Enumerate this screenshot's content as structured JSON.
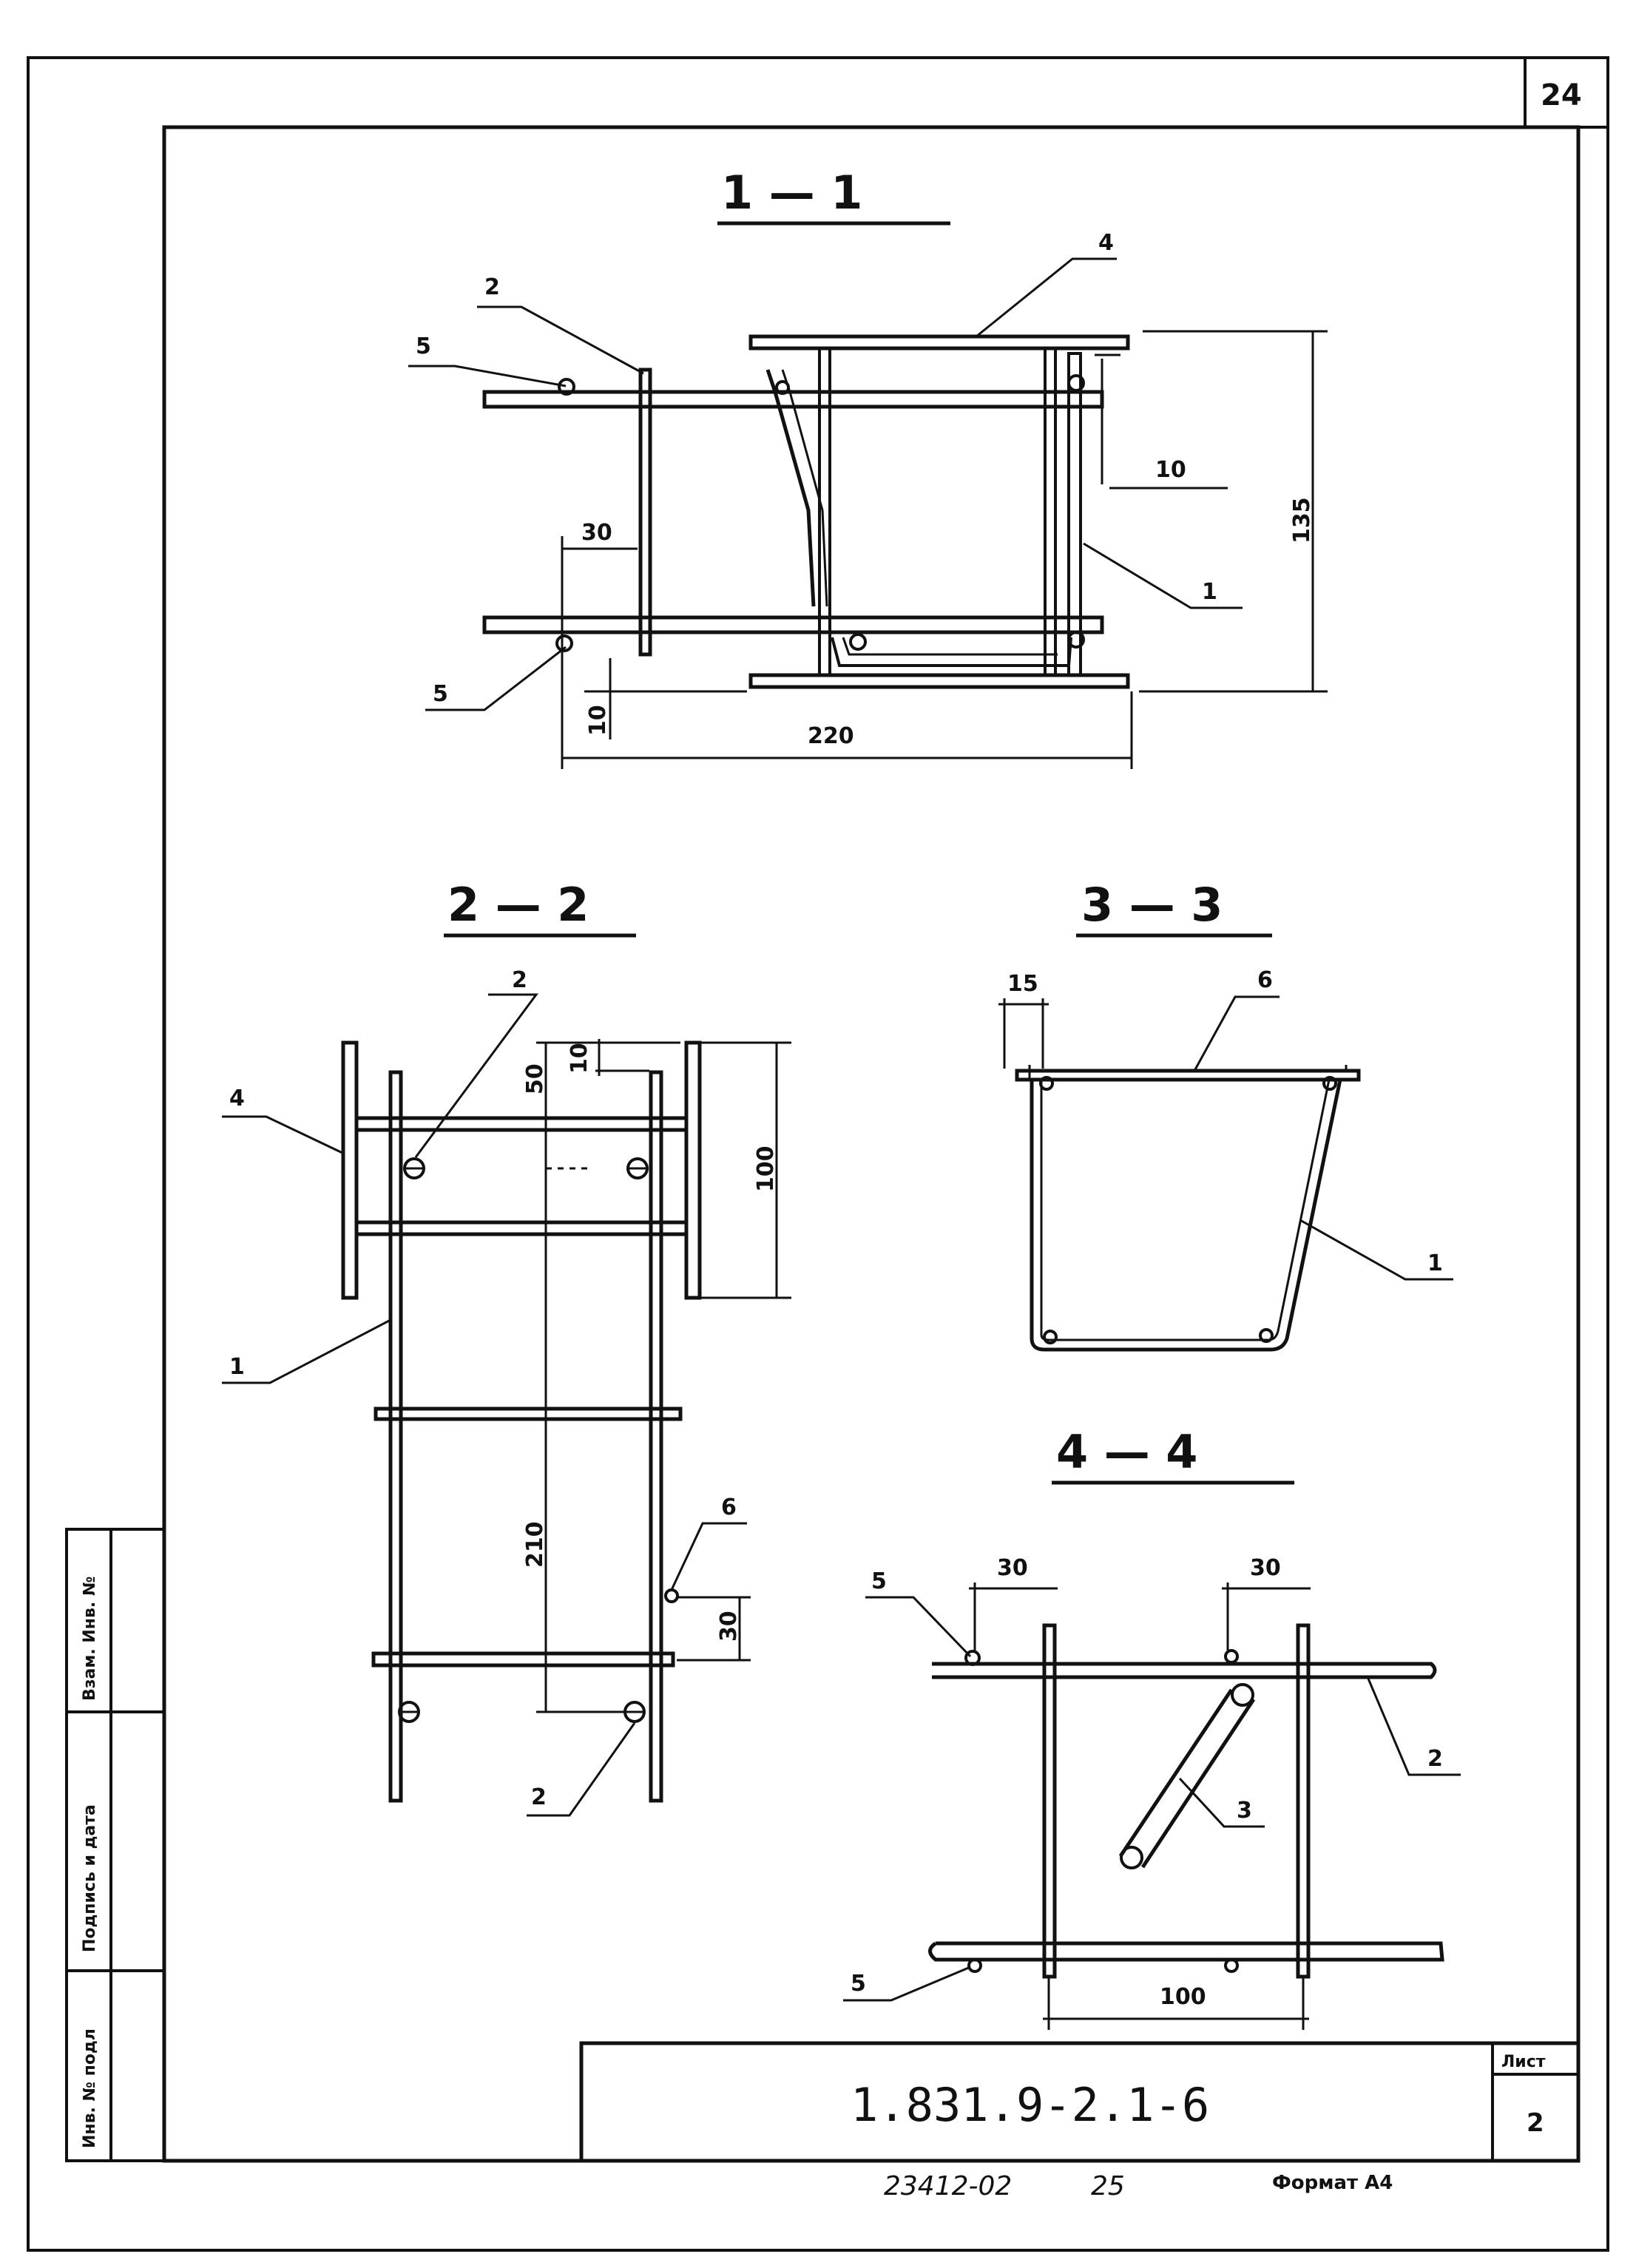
{
  "sheet_number": "24",
  "stamp": {
    "designation": "1.831.9-2.1-6",
    "list_label": "Лист",
    "list_number": "2",
    "format": "Формат А4",
    "archive_number": "23412-02",
    "archive_page": "25"
  },
  "side_table": {
    "inv_podl": "Инв. № подл",
    "signature_date": "Подпись и дата",
    "replace_inv": "Взам. Инв. №"
  },
  "sections": {
    "s1": {
      "title": "1 — 1",
      "dims": {
        "d135": "135",
        "d10a": "10",
        "d30": "30",
        "d10b": "10",
        "d220": "220"
      },
      "leaders": {
        "p2": "2",
        "p4": "4",
        "p5a": "5",
        "p5b": "5",
        "p1": "1"
      }
    },
    "s2": {
      "title": "2 — 2",
      "dims": {
        "d50": "50",
        "d10": "10",
        "d100": "100",
        "d210": "210",
        "d30": "30"
      },
      "leaders": {
        "p2a": "2",
        "p4": "4",
        "p1": "1",
        "p6": "6",
        "p2b": "2"
      }
    },
    "s3": {
      "title": "3 — 3",
      "dims": {
        "d15": "15"
      },
      "leaders": {
        "p6": "6",
        "p1": "1"
      }
    },
    "s4": {
      "title": "4 — 4",
      "dims": {
        "d30a": "30",
        "d30b": "30",
        "d100": "100"
      },
      "leaders": {
        "p5a": "5",
        "p2": "2",
        "p3": "3",
        "p5b": "5"
      }
    }
  }
}
